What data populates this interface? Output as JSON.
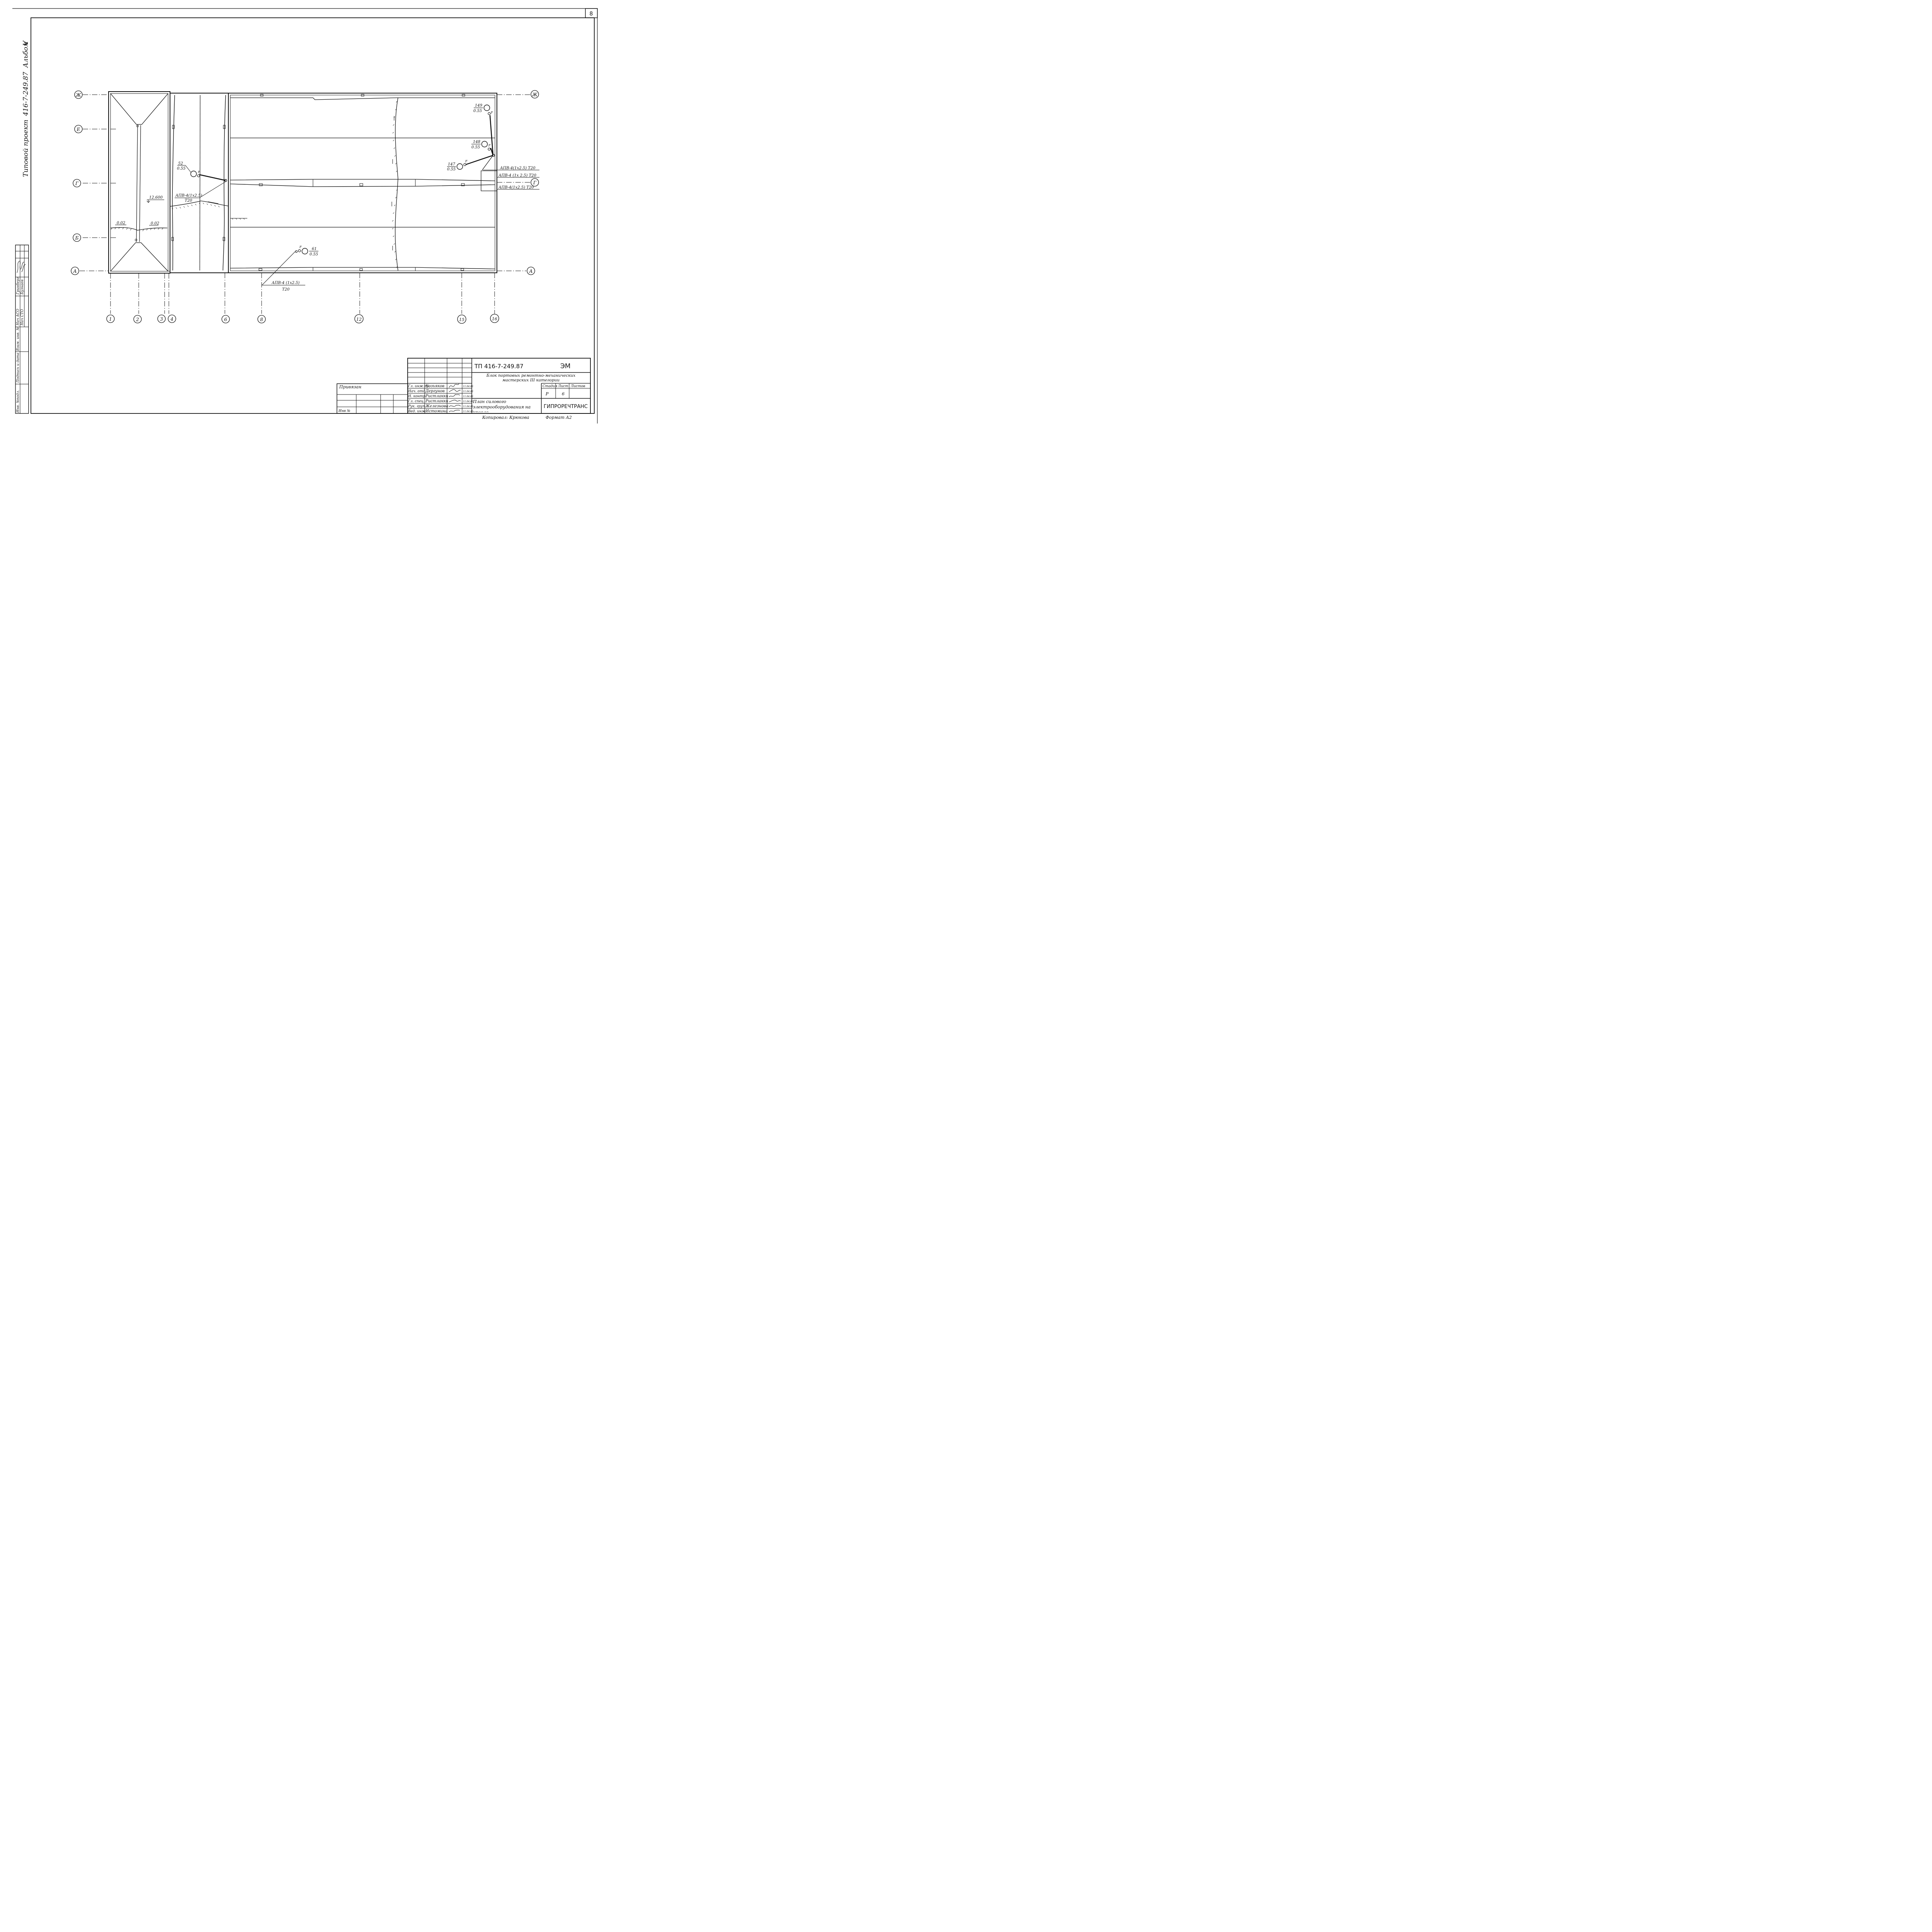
{
  "sheet": {
    "number": "8"
  },
  "margin_text": {
    "project_prefix": "Типовой проект",
    "project_code": "416-7-249.87",
    "album": "Альбом",
    "album_no": "V"
  },
  "side_stamp": {
    "inv_orig": "Инв. №подл.",
    "sign_date": "Подпись и дата",
    "replaced_inv": "Взам. инв. №",
    "head_aco": "Нач АСО",
    "head_sto": "Нач СТО",
    "name1": "Гринберг",
    "name2": "Бузнаев"
  },
  "axes": {
    "rows": [
      "Ж",
      "Е",
      "Г",
      "Б",
      "А"
    ],
    "right_rows": [
      "Ж",
      "Г",
      "А"
    ],
    "columns": [
      "1",
      "2",
      "3",
      "4",
      "6",
      "8",
      "12",
      "15",
      "16"
    ]
  },
  "plan_notes": {
    "elev": "12.600",
    "slope1": "0.02",
    "slope2": "0.02",
    "cable_west": "АПВ-4(1х2.5)",
    "pipe_west": "Т20",
    "cable_bottom": "АПВ-4 (1х2.5)",
    "pipe_bottom": "Т20",
    "cable_east_1": "АПВ-4(1х2.5) Т20",
    "cable_east_2": "АПВ-4 (1х 2.5) Т20",
    "cable_east_3": "АПВ-4(1х2.5) Т20"
  },
  "fixtures": [
    {
      "no": "52",
      "power": "0.55"
    },
    {
      "no": "61",
      "power": "0.55"
    },
    {
      "no": "149",
      "power": "0.55"
    },
    {
      "no": "148",
      "power": "0.55"
    },
    {
      "no": "147",
      "power": "0.55"
    }
  ],
  "stamp": {
    "doc_code": "ТП 416-7-249.87",
    "mark": "ЭМ",
    "title": "Блок портовых ремонтно-механических мастерских III категории",
    "sheet_title": "План силового электрооборудования на кровле.",
    "stage_label": "Стадия",
    "sheet_label": "Лист",
    "sheets_label": "Листов",
    "stage": "Р",
    "sheet": "6",
    "org": "ГИПРОРЕЧТРАНС",
    "bound": "Привязан",
    "inv_no": "Инв №",
    "roles": [
      "Гл. инж.пр.",
      "Нач. отд.",
      "Н. контр.",
      "Гл. спец.",
      "Рук. груп.",
      "Вед. инж."
    ],
    "names": [
      "Козьяков",
      "Дергунов",
      "Ристлакки",
      "Ристлакки",
      "Железнова",
      "Истомина"
    ],
    "dates": [
      "11.04.86",
      "11.04.86",
      "11.04.86",
      "11.04.86",
      "11.04.86",
      "11.04.86"
    ],
    "copied": "Копировал: Крюкова",
    "format": "Формат А2"
  }
}
